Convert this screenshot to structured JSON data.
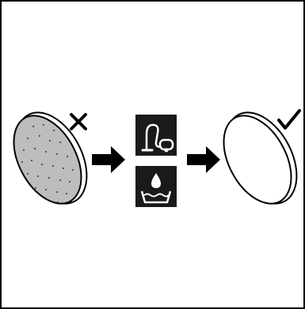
{
  "diagram": {
    "frame_color": "#000000",
    "background": "#ffffff",
    "steps": [
      {
        "name": "dirty-filter",
        "status_icon": "cross-icon"
      },
      {
        "name": "arrow",
        "icon": "right-arrow-icon"
      },
      {
        "name": "cleaning-methods",
        "icons": [
          "vacuum-cleaner-icon",
          "hand-wash-icon"
        ]
      },
      {
        "name": "arrow",
        "icon": "right-arrow-icon"
      },
      {
        "name": "clean-filter",
        "status_icon": "checkmark-icon"
      }
    ],
    "colors": {
      "dirty_fill": "#bdbdbd",
      "stroke": "#000000",
      "icon_tile": "#1a1a1a",
      "icon_glyph": "#ffffff"
    }
  }
}
